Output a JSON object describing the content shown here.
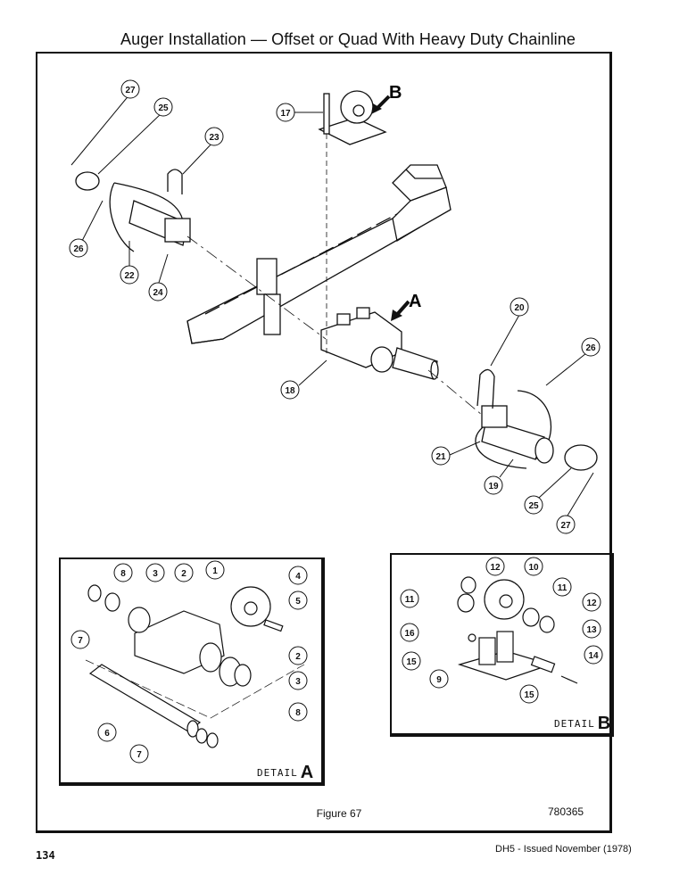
{
  "page": {
    "title": "Auger Installation — Offset or Quad With Heavy Duty Chainline",
    "figure_caption": "Figure 67",
    "drawing_number": "780365",
    "page_number": "134",
    "issue_note": "DH5 - Issued November (1978)"
  },
  "main_view": {
    "arrow_labels": [
      "B",
      "A"
    ],
    "callouts": [
      "27",
      "25",
      "23",
      "17",
      "26",
      "22",
      "24",
      "18",
      "20",
      "26",
      "21",
      "19",
      "25",
      "27"
    ]
  },
  "detail_a": {
    "label": "DETAIL",
    "letter": "A",
    "callouts": [
      "8",
      "3",
      "2",
      "1",
      "4",
      "5",
      "7",
      "2",
      "3",
      "6",
      "8",
      "7"
    ]
  },
  "detail_b": {
    "label": "DETAIL",
    "letter": "B",
    "callouts": [
      "12",
      "10",
      "11",
      "11",
      "12",
      "16",
      "13",
      "15",
      "14",
      "9",
      "15"
    ]
  }
}
